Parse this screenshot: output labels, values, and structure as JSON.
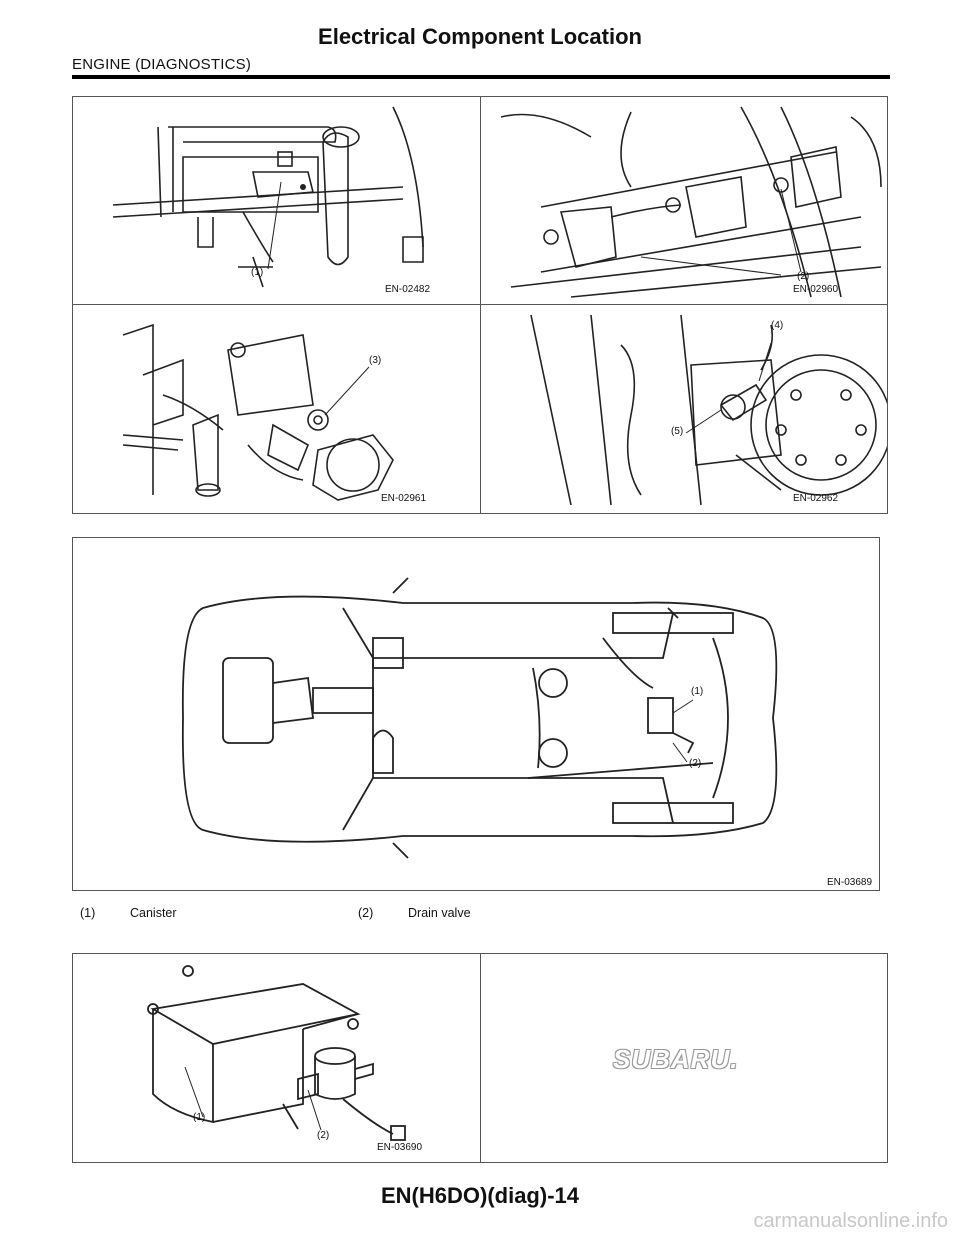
{
  "header": {
    "title": "Electrical Component Location",
    "section": "ENGINE (DIAGNOSTICS)"
  },
  "figures": {
    "top_left": {
      "code": "EN-02482",
      "callouts": [
        "(1)"
      ]
    },
    "top_right": {
      "code": "EN-02960",
      "callouts": [
        "(2)"
      ]
    },
    "mid_left": {
      "code": "EN-02961",
      "callouts": [
        "(3)"
      ]
    },
    "mid_right": {
      "code": "EN-02962",
      "callouts": [
        "(4)",
        "(5)"
      ]
    },
    "car": {
      "code": "EN-03689",
      "callouts": [
        "(1)",
        "(2)"
      ]
    },
    "canister": {
      "code": "EN-03690",
      "callouts": [
        "(1)",
        "(2)"
      ]
    }
  },
  "legend": [
    {
      "num": "(1)",
      "label": "Canister"
    },
    {
      "num": "(2)",
      "label": "Drain valve"
    }
  ],
  "brand_logo": "SUBARU.",
  "footer": {
    "page_id": "EN(H6DO)(diag)-14"
  },
  "watermark": "carmanualsonline.info"
}
